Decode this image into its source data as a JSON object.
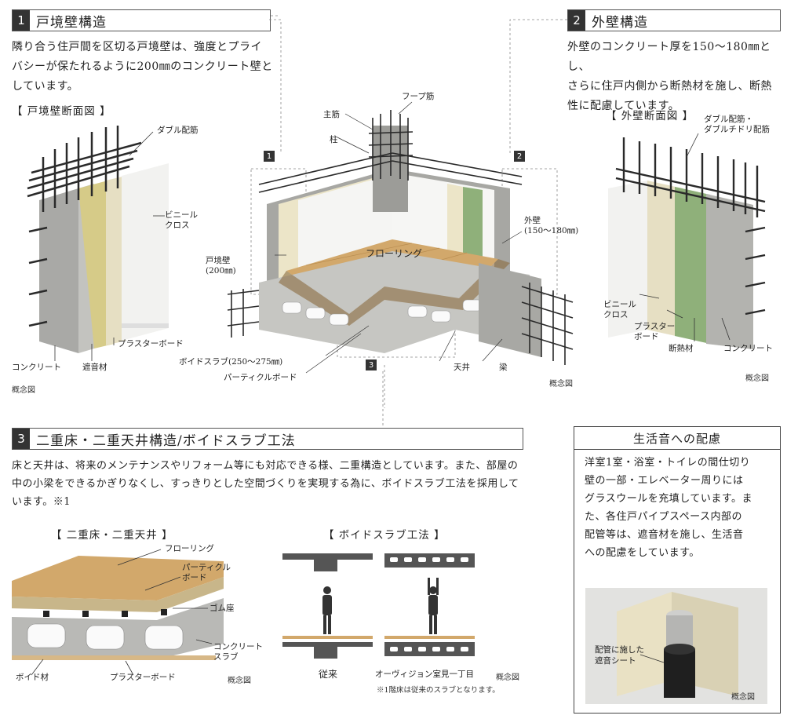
{
  "section1": {
    "number": "1",
    "title": "戸境壁構造",
    "lines": [
      "隣り合う住戸間を区切る戸境壁は、強度とプライ",
      "バシーが保たれるように200㎜のコンクリート壁と",
      "しています。"
    ],
    "diagram_title": "【 戸境壁断面図 】",
    "labels": {
      "double_rebar": "ダブル配筋",
      "vinyl_cross_1": "ビニール",
      "vinyl_cross_2": "クロス",
      "plasterboard": "プラスターボード",
      "concrete": "コンクリート",
      "sound_insulation": "遮音材"
    },
    "note": "概念図"
  },
  "section2": {
    "number": "2",
    "title": "外壁構造",
    "lines": [
      "外壁のコンクリート厚を150〜180㎜とし、",
      "さらに住戸内側から断熱材を施し、断熱",
      "性に配慮しています。"
    ],
    "diagram_title": "【 外壁断面図 】",
    "labels": {
      "double_rebar_1": "ダブル配筋・",
      "double_rebar_2": "ダブルチドリ配筋",
      "vinyl_1": "ビニール",
      "vinyl_2": "クロス",
      "plaster_1": "プラスター",
      "plaster_2": "ボード",
      "insulation": "断熱材",
      "concrete": "コンクリート"
    },
    "note": "概念図"
  },
  "center": {
    "labels": {
      "hoop": "フープ筋",
      "main_bar": "主筋",
      "column": "柱",
      "flooring": "フローリング",
      "party_wall_1": "戸境壁",
      "party_wall_2": "(200㎜)",
      "ext_wall_1": "外壁",
      "ext_wall_2": "(150〜180㎜)",
      "void_slab": "ボイドスラブ(250〜275㎜)",
      "particle": "パーティクルボード",
      "ceiling": "天井",
      "beam": "梁"
    },
    "tags": [
      "1",
      "2",
      "3"
    ],
    "note": "概念図"
  },
  "section3": {
    "number": "3",
    "title": "二重床・二重天井構造/ボイドスラブ工法",
    "lines": [
      "床と天井は、将来のメンテナンスやリフォーム等にも対応できる様、二重構造としています。また、部屋の",
      "中の小梁をできるかぎりなくし、すっきりとした空間づくりを実現する為に、ボイドスラブ工法を採用して",
      "います。※1"
    ],
    "diagram1_title": "【 二重床・二重天井 】",
    "diagram2_title": "【 ボイドスラブ工法 】",
    "labels": {
      "flooring": "フローリング",
      "particle_1": "パーティクル",
      "particle_2": "ボード",
      "rubber": "ゴム座",
      "concrete_1": "コンクリート",
      "concrete_2": "スラブ",
      "void": "ボイド材",
      "plaster": "プラスターボード",
      "note1": "概念図",
      "conventional": "従来",
      "ovision": "オーヴィジョン室見一丁目",
      "note2": "概念図",
      "footnote": "※1階床は従来のスラブとなります。"
    }
  },
  "noise": {
    "title": "生活音への配慮",
    "lines": [
      "洋室1室・浴室・トイレの間仕切り",
      "壁の一部・エレベーター周りには",
      "グラスウールを充填しています。ま",
      "た、各住戸パイプスペース内部の",
      "配管等は、遮音材を施し、生活音",
      "への配慮をしています。"
    ],
    "label_1": "配管に施した",
    "label_2": "遮音シート",
    "note": "概念図"
  },
  "colors": {
    "dark": "#333333",
    "concrete": "#b9b9b6",
    "wood": "#d2a86b",
    "insulation": "#8fb07a",
    "sound": "#d9cf8f",
    "cream": "#e9e1c4"
  }
}
